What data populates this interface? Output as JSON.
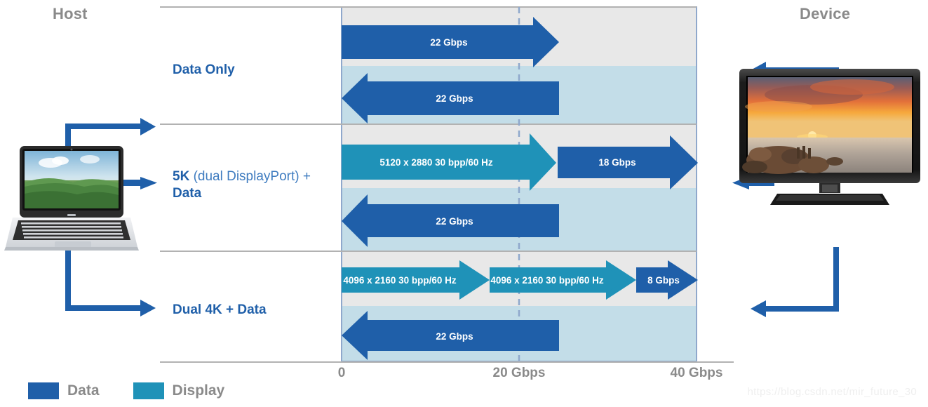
{
  "endpoints": {
    "host_label": "Host",
    "device_label": "Device",
    "host_icon": "laptop-image",
    "device_icon": "monitor-image"
  },
  "axis": {
    "ticks": [
      {
        "label": "0",
        "value": 0,
        "x": 487
      },
      {
        "label": "20 Gbps",
        "value": 20,
        "x": 740
      },
      {
        "label": "40 Gbps",
        "value": 40,
        "x": 993
      }
    ],
    "range": [
      0,
      40
    ],
    "unit": "Gbps",
    "midline_value": 20
  },
  "legend": {
    "items": [
      {
        "label": "Data",
        "color": "#1f5fa9",
        "swatch": "data-swatch"
      },
      {
        "label": "Display",
        "color": "#1f92b8",
        "swatch": "display-swatch"
      }
    ]
  },
  "colors": {
    "data": "#1f5fa9",
    "display": "#1f92b8",
    "upstream_band": "#e8e8e8",
    "downstream_band": "#c3dde8",
    "plot_border": "#8fa8cc",
    "gridline": "#8fa8cc",
    "row_divider": "#b2b2b2",
    "label_blue": "#1f5fa9",
    "muted_gray": "#8a8a8a"
  },
  "watermark": "https://blog.csdn.net/mir_future_30",
  "chart_data": {
    "type": "bar",
    "title": "",
    "xlabel": "",
    "ylabel": "",
    "xlim": [
      0,
      40
    ],
    "grid": true,
    "legend_position": "bottom-left",
    "categories": [
      "Data Only",
      "5K (dual DisplayPort) + Data",
      "Dual 4K + Data"
    ],
    "rows": [
      {
        "label_bold": "Data Only",
        "label_light": "",
        "label_bold_tail": "",
        "direction_groups": [
          {
            "direction": "host-to-device",
            "band": "upstream",
            "segments": [
              {
                "text": "22 Gbps",
                "kind": "data",
                "start": 0,
                "end": 22
              }
            ]
          },
          {
            "direction": "device-to-host",
            "band": "downstream",
            "segments": [
              {
                "text": "22 Gbps",
                "kind": "data",
                "start": 0,
                "end": 22
              }
            ]
          }
        ]
      },
      {
        "label_bold": "5K",
        "label_light": " (dual DisplayPort) +",
        "label_bold_tail": "Data",
        "direction_groups": [
          {
            "direction": "host-to-device",
            "band": "upstream",
            "segments": [
              {
                "text": "5120 x 2880 30 bpp/60 Hz",
                "kind": "display",
                "start": 0,
                "end": 24
              },
              {
                "text": "18 Gbps",
                "kind": "data",
                "start": 24,
                "end": 40
              }
            ]
          },
          {
            "direction": "device-to-host",
            "band": "downstream",
            "segments": [
              {
                "text": "22 Gbps",
                "kind": "data",
                "start": 0,
                "end": 22
              }
            ]
          }
        ]
      },
      {
        "label_bold": "Dual 4K + Data",
        "label_light": "",
        "label_bold_tail": "",
        "direction_groups": [
          {
            "direction": "host-to-device",
            "band": "upstream",
            "segments": [
              {
                "text": "4096 x 2160 30 bpp/60 Hz",
                "kind": "display",
                "start": 0,
                "end": 16.5
              },
              {
                "text": "4096 x 2160 30 bpp/60 Hz",
                "kind": "display",
                "start": 16.5,
                "end": 33
              },
              {
                "text": "8 Gbps",
                "kind": "data",
                "start": 33,
                "end": 40
              }
            ]
          },
          {
            "direction": "device-to-host",
            "band": "downstream",
            "segments": [
              {
                "text": "22 Gbps",
                "kind": "data",
                "start": 0,
                "end": 22
              }
            ]
          }
        ]
      }
    ]
  }
}
